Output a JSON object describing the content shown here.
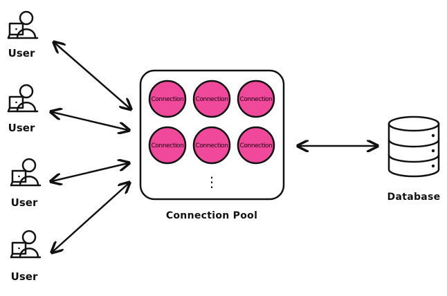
{
  "users": [
    {
      "label": "User"
    },
    {
      "label": "User"
    },
    {
      "label": "User"
    },
    {
      "label": "User"
    }
  ],
  "pool": {
    "label": "Connection Pool",
    "connections": [
      "Connection",
      "Connection",
      "Connection",
      "Connection",
      "Connection",
      "Connection"
    ],
    "more_indicator": "⋮"
  },
  "database": {
    "label": "Database"
  },
  "colors": {
    "connection_fill": "#f0489a",
    "outline": "#111111",
    "background": "#ffffff"
  },
  "icons": {
    "user": "user-at-laptop-icon",
    "database": "database-icon",
    "arrow": "double-headed-arrow"
  }
}
